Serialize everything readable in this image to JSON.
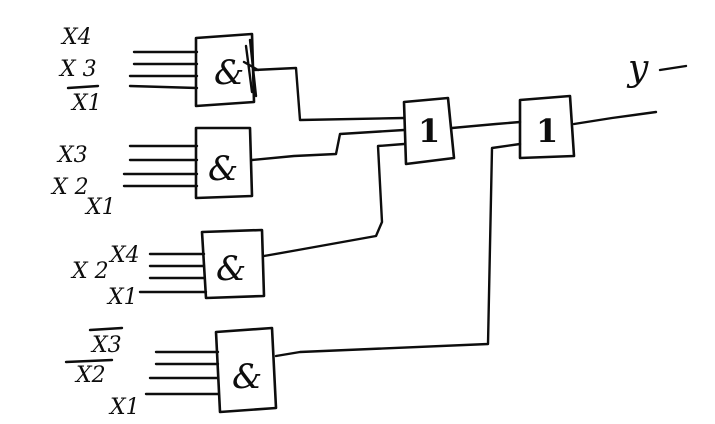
{
  "diagram": {
    "inputs": {
      "g1": [
        "X4",
        "X 3",
        "X1"
      ],
      "g2": [
        "X3",
        "X 2",
        "X1"
      ],
      "g3": [
        "X 2",
        "X4",
        "X1"
      ],
      "g4": [
        "X3",
        "X2",
        "X1"
      ]
    },
    "negated": {
      "g1": [
        false,
        false,
        true
      ],
      "g2": [
        false,
        false,
        false
      ],
      "g3": [
        false,
        false,
        false
      ],
      "g4": [
        true,
        true,
        false
      ]
    },
    "gates": {
      "and1": "&",
      "and2": "&",
      "and3": "&",
      "and4": "&",
      "or1": "1",
      "or2": "1"
    },
    "output": "y"
  }
}
